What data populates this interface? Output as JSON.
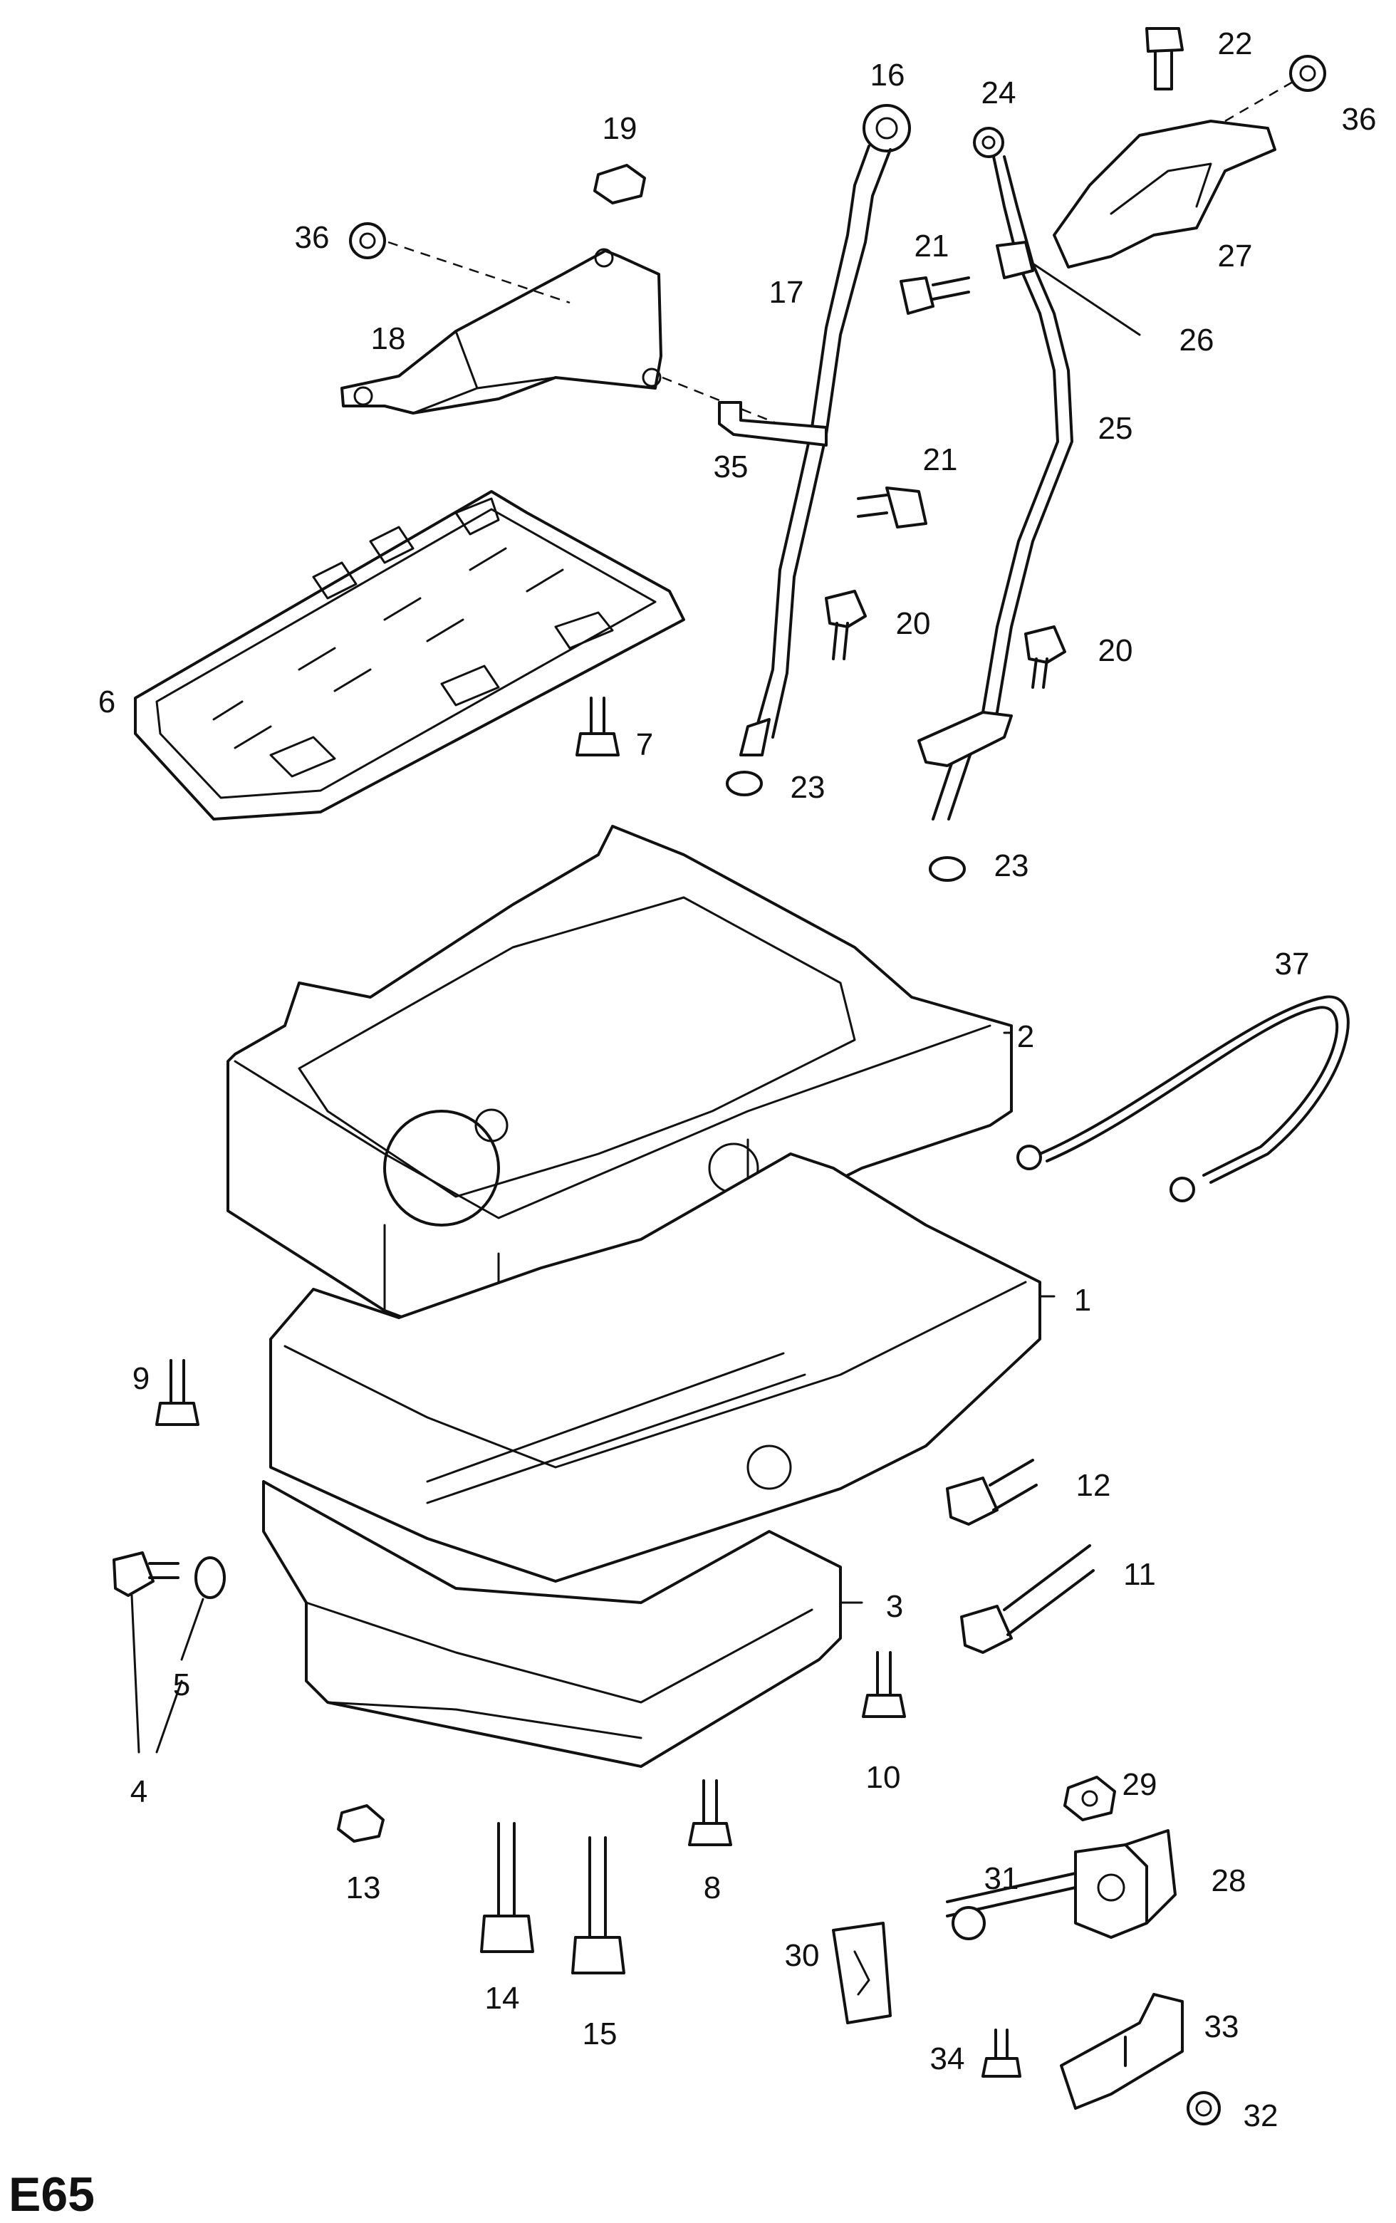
{
  "diagram_code": "E65",
  "callouts": [
    "1",
    "2",
    "3",
    "4",
    "5",
    "6",
    "7",
    "8",
    "9",
    "10",
    "11",
    "12",
    "13",
    "14",
    "15",
    "16",
    "17",
    "18",
    "19",
    "20",
    "20",
    "21",
    "21",
    "22",
    "23",
    "23",
    "24",
    "25",
    "26",
    "27",
    "28",
    "29",
    "30",
    "31",
    "32",
    "33",
    "34",
    "35",
    "36",
    "36",
    "37"
  ]
}
